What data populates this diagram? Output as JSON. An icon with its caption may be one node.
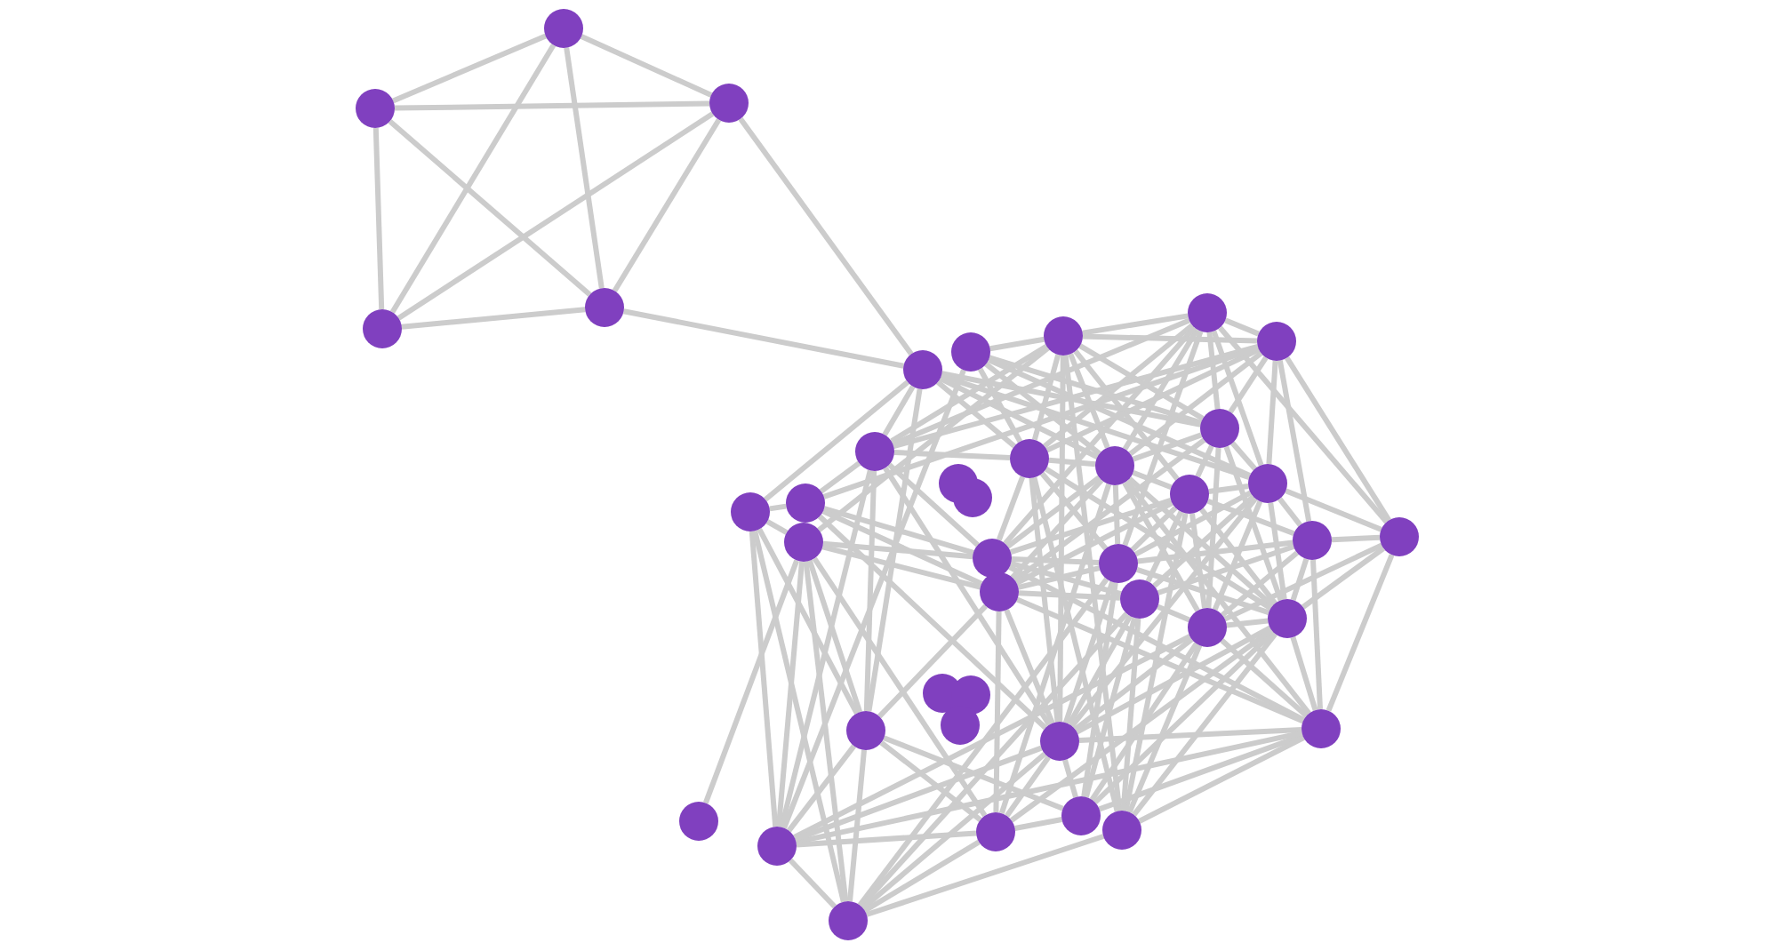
{
  "diagram": {
    "nodes": [
      {
        "text": [],
        "shape": "circle"
      },
      {
        "text": [],
        "shape": "circle"
      },
      {
        "text": [],
        "shape": "circle"
      },
      {
        "text": [],
        "shape": "circle"
      },
      {
        "text": [],
        "shape": "circle"
      },
      {
        "text": [],
        "shape": "circle"
      },
      {
        "text": [],
        "shape": "circle"
      },
      {
        "text": [],
        "shape": "circle"
      },
      {
        "text": [],
        "shape": "circle"
      },
      {
        "text": [],
        "shape": "circle"
      },
      {
        "text": [],
        "shape": "circle"
      },
      {
        "text": [],
        "shape": "circle"
      },
      {
        "text": [],
        "shape": "circle"
      },
      {
        "text": [],
        "shape": "circle"
      },
      {
        "text": [],
        "shape": "circle"
      },
      {
        "text": [],
        "shape": "circle"
      },
      {
        "text": [],
        "shape": "circle"
      },
      {
        "text": [],
        "shape": "circle"
      },
      {
        "text": [],
        "shape": "circle"
      },
      {
        "text": [],
        "shape": "circle"
      },
      {
        "text": [],
        "shape": "circle"
      },
      {
        "text": [],
        "shape": "circle"
      },
      {
        "text": [],
        "shape": "circle"
      },
      {
        "text": [],
        "shape": "circle"
      },
      {
        "text": [],
        "shape": "circle"
      },
      {
        "text": [],
        "shape": "circle"
      },
      {
        "text": [],
        "shape": "circle"
      },
      {
        "text": [],
        "shape": "circle"
      },
      {
        "text": [],
        "shape": "circle"
      },
      {
        "text": [],
        "shape": "circle"
      },
      {
        "text": [],
        "shape": "circle"
      },
      {
        "text": [],
        "shape": "circle"
      },
      {
        "text": [],
        "shape": "circle"
      },
      {
        "text": [],
        "shape": "circle"
      },
      {
        "text": [],
        "shape": "circle"
      },
      {
        "text": [],
        "shape": "circle"
      },
      {
        "text": [],
        "shape": "circle"
      },
      {
        "text": [],
        "shape": "circle"
      },
      {
        "text": [],
        "shape": "circle"
      },
      {
        "text": [],
        "shape": "circle"
      },
      {
        "text": [],
        "shape": "circle"
      }
    ],
    "edges": [
      {
        "from": 0,
        "to": 1,
        "arrow": "none"
      },
      {
        "from": 0,
        "to": 2,
        "arrow": "none"
      },
      {
        "from": 0,
        "to": 3,
        "arrow": "none"
      },
      {
        "from": 0,
        "to": 5,
        "arrow": "none"
      },
      {
        "from": 1,
        "to": 2,
        "arrow": "none"
      },
      {
        "from": 1,
        "to": 3,
        "arrow": "none"
      },
      {
        "from": 1,
        "to": 5,
        "arrow": "none"
      },
      {
        "from": 1,
        "to": 9,
        "arrow": "none"
      },
      {
        "from": 2,
        "to": 3,
        "arrow": "none"
      },
      {
        "from": 2,
        "to": 5,
        "arrow": "none"
      },
      {
        "from": 3,
        "to": 5,
        "arrow": "none"
      },
      {
        "from": 3,
        "to": 9,
        "arrow": "none"
      },
      {
        "from": 4,
        "to": 6,
        "arrow": "none"
      },
      {
        "from": 4,
        "to": 7,
        "arrow": "none"
      },
      {
        "from": 4,
        "to": 10,
        "arrow": "none"
      },
      {
        "from": 4,
        "to": 11,
        "arrow": "none"
      },
      {
        "from": 4,
        "to": 12,
        "arrow": "none"
      },
      {
        "from": 4,
        "to": 13,
        "arrow": "none"
      },
      {
        "from": 4,
        "to": 15,
        "arrow": "none"
      },
      {
        "from": 4,
        "to": 20,
        "arrow": "none"
      },
      {
        "from": 4,
        "to": 23,
        "arrow": "none"
      },
      {
        "from": 4,
        "to": 24,
        "arrow": "none"
      },
      {
        "from": 6,
        "to": 7,
        "arrow": "none"
      },
      {
        "from": 6,
        "to": 8,
        "arrow": "none"
      },
      {
        "from": 6,
        "to": 10,
        "arrow": "none"
      },
      {
        "from": 6,
        "to": 11,
        "arrow": "none"
      },
      {
        "from": 6,
        "to": 12,
        "arrow": "none"
      },
      {
        "from": 6,
        "to": 13,
        "arrow": "none"
      },
      {
        "from": 6,
        "to": 16,
        "arrow": "none"
      },
      {
        "from": 6,
        "to": 22,
        "arrow": "none"
      },
      {
        "from": 6,
        "to": 34,
        "arrow": "none"
      },
      {
        "from": 6,
        "to": 37,
        "arrow": "none"
      },
      {
        "from": 7,
        "to": 10,
        "arrow": "none"
      },
      {
        "from": 7,
        "to": 11,
        "arrow": "none"
      },
      {
        "from": 7,
        "to": 12,
        "arrow": "none"
      },
      {
        "from": 7,
        "to": 13,
        "arrow": "none"
      },
      {
        "from": 7,
        "to": 15,
        "arrow": "none"
      },
      {
        "from": 7,
        "to": 18,
        "arrow": "none"
      },
      {
        "from": 7,
        "to": 20,
        "arrow": "none"
      },
      {
        "from": 7,
        "to": 21,
        "arrow": "none"
      },
      {
        "from": 8,
        "to": 10,
        "arrow": "none"
      },
      {
        "from": 8,
        "to": 12,
        "arrow": "none"
      },
      {
        "from": 8,
        "to": 13,
        "arrow": "none"
      },
      {
        "from": 8,
        "to": 15,
        "arrow": "none"
      },
      {
        "from": 8,
        "to": 39,
        "arrow": "none"
      },
      {
        "from": 9,
        "to": 10,
        "arrow": "none"
      },
      {
        "from": 9,
        "to": 11,
        "arrow": "none"
      },
      {
        "from": 9,
        "to": 12,
        "arrow": "none"
      },
      {
        "from": 9,
        "to": 13,
        "arrow": "none"
      },
      {
        "from": 9,
        "to": 15,
        "arrow": "none"
      },
      {
        "from": 9,
        "to": 19,
        "arrow": "none"
      },
      {
        "from": 9,
        "to": 33,
        "arrow": "none"
      },
      {
        "from": 10,
        "to": 13,
        "arrow": "none"
      },
      {
        "from": 10,
        "to": 15,
        "arrow": "none"
      },
      {
        "from": 10,
        "to": 16,
        "arrow": "none"
      },
      {
        "from": 10,
        "to": 25,
        "arrow": "none"
      },
      {
        "from": 10,
        "to": 27,
        "arrow": "none"
      },
      {
        "from": 10,
        "to": 28,
        "arrow": "none"
      },
      {
        "from": 11,
        "to": 12,
        "arrow": "none"
      },
      {
        "from": 11,
        "to": 18,
        "arrow": "none"
      },
      {
        "from": 11,
        "to": 23,
        "arrow": "none"
      },
      {
        "from": 11,
        "to": 33,
        "arrow": "none"
      },
      {
        "from": 11,
        "to": 34,
        "arrow": "none"
      },
      {
        "from": 11,
        "to": 39,
        "arrow": "none"
      },
      {
        "from": 12,
        "to": 13,
        "arrow": "none"
      },
      {
        "from": 12,
        "to": 23,
        "arrow": "none"
      },
      {
        "from": 12,
        "to": 24,
        "arrow": "none"
      },
      {
        "from": 12,
        "to": 27,
        "arrow": "none"
      },
      {
        "from": 12,
        "to": 34,
        "arrow": "none"
      },
      {
        "from": 12,
        "to": 37,
        "arrow": "none"
      },
      {
        "from": 13,
        "to": 16,
        "arrow": "none"
      },
      {
        "from": 13,
        "to": 23,
        "arrow": "none"
      },
      {
        "from": 13,
        "to": 24,
        "arrow": "none"
      },
      {
        "from": 13,
        "to": 25,
        "arrow": "none"
      },
      {
        "from": 13,
        "to": 27,
        "arrow": "none"
      },
      {
        "from": 13,
        "to": 28,
        "arrow": "none"
      },
      {
        "from": 13,
        "to": 32,
        "arrow": "none"
      },
      {
        "from": 13,
        "to": 38,
        "arrow": "none"
      },
      {
        "from": 15,
        "to": 16,
        "arrow": "none"
      },
      {
        "from": 15,
        "to": 20,
        "arrow": "none"
      },
      {
        "from": 15,
        "to": 21,
        "arrow": "none"
      },
      {
        "from": 15,
        "to": 24,
        "arrow": "none"
      },
      {
        "from": 15,
        "to": 26,
        "arrow": "none"
      },
      {
        "from": 15,
        "to": 27,
        "arrow": "none"
      },
      {
        "from": 15,
        "to": 28,
        "arrow": "none"
      },
      {
        "from": 15,
        "to": 34,
        "arrow": "none"
      },
      {
        "from": 16,
        "to": 21,
        "arrow": "none"
      },
      {
        "from": 16,
        "to": 23,
        "arrow": "none"
      },
      {
        "from": 16,
        "to": 24,
        "arrow": "none"
      },
      {
        "from": 16,
        "to": 25,
        "arrow": "none"
      },
      {
        "from": 16,
        "to": 26,
        "arrow": "none"
      },
      {
        "from": 16,
        "to": 27,
        "arrow": "none"
      },
      {
        "from": 16,
        "to": 28,
        "arrow": "none"
      },
      {
        "from": 16,
        "to": 37,
        "arrow": "none"
      },
      {
        "from": 18,
        "to": 19,
        "arrow": "none"
      },
      {
        "from": 18,
        "to": 23,
        "arrow": "none"
      },
      {
        "from": 18,
        "to": 25,
        "arrow": "none"
      },
      {
        "from": 18,
        "to": 34,
        "arrow": "none"
      },
      {
        "from": 19,
        "to": 22,
        "arrow": "none"
      },
      {
        "from": 19,
        "to": 33,
        "arrow": "none"
      },
      {
        "from": 19,
        "to": 39,
        "arrow": "none"
      },
      {
        "from": 19,
        "to": 40,
        "arrow": "none"
      },
      {
        "from": 20,
        "to": 21,
        "arrow": "none"
      },
      {
        "from": 20,
        "to": 27,
        "arrow": "none"
      },
      {
        "from": 20,
        "to": 28,
        "arrow": "none"
      },
      {
        "from": 20,
        "to": 32,
        "arrow": "none"
      },
      {
        "from": 21,
        "to": 24,
        "arrow": "none"
      },
      {
        "from": 21,
        "to": 26,
        "arrow": "none"
      },
      {
        "from": 21,
        "to": 27,
        "arrow": "none"
      },
      {
        "from": 21,
        "to": 28,
        "arrow": "none"
      },
      {
        "from": 21,
        "to": 32,
        "arrow": "none"
      },
      {
        "from": 22,
        "to": 23,
        "arrow": "none"
      },
      {
        "from": 22,
        "to": 25,
        "arrow": "none"
      },
      {
        "from": 22,
        "to": 33,
        "arrow": "none"
      },
      {
        "from": 22,
        "to": 36,
        "arrow": "none"
      },
      {
        "from": 22,
        "to": 38,
        "arrow": "none"
      },
      {
        "from": 22,
        "to": 39,
        "arrow": "none"
      },
      {
        "from": 22,
        "to": 40,
        "arrow": "none"
      },
      {
        "from": 23,
        "to": 24,
        "arrow": "none"
      },
      {
        "from": 23,
        "to": 26,
        "arrow": "none"
      },
      {
        "from": 23,
        "to": 32,
        "arrow": "none"
      },
      {
        "from": 24,
        "to": 25,
        "arrow": "none"
      },
      {
        "from": 24,
        "to": 27,
        "arrow": "none"
      },
      {
        "from": 24,
        "to": 34,
        "arrow": "none"
      },
      {
        "from": 24,
        "to": 35,
        "arrow": "none"
      },
      {
        "from": 24,
        "to": 40,
        "arrow": "none"
      },
      {
        "from": 25,
        "to": 26,
        "arrow": "none"
      },
      {
        "from": 25,
        "to": 32,
        "arrow": "none"
      },
      {
        "from": 25,
        "to": 33,
        "arrow": "none"
      },
      {
        "from": 25,
        "to": 34,
        "arrow": "none"
      },
      {
        "from": 25,
        "to": 38,
        "arrow": "none"
      },
      {
        "from": 26,
        "to": 28,
        "arrow": "none"
      },
      {
        "from": 26,
        "to": 34,
        "arrow": "none"
      },
      {
        "from": 26,
        "to": 35,
        "arrow": "none"
      },
      {
        "from": 26,
        "to": 37,
        "arrow": "none"
      },
      {
        "from": 26,
        "to": 40,
        "arrow": "none"
      },
      {
        "from": 27,
        "to": 28,
        "arrow": "none"
      },
      {
        "from": 27,
        "to": 32,
        "arrow": "none"
      },
      {
        "from": 27,
        "to": 34,
        "arrow": "none"
      },
      {
        "from": 27,
        "to": 35,
        "arrow": "none"
      },
      {
        "from": 27,
        "to": 37,
        "arrow": "none"
      },
      {
        "from": 27,
        "to": 38,
        "arrow": "none"
      },
      {
        "from": 28,
        "to": 32,
        "arrow": "none"
      },
      {
        "from": 28,
        "to": 34,
        "arrow": "none"
      },
      {
        "from": 28,
        "to": 35,
        "arrow": "none"
      },
      {
        "from": 28,
        "to": 37,
        "arrow": "none"
      },
      {
        "from": 28,
        "to": 39,
        "arrow": "none"
      },
      {
        "from": 32,
        "to": 34,
        "arrow": "none"
      },
      {
        "from": 32,
        "to": 35,
        "arrow": "none"
      },
      {
        "from": 32,
        "to": 37,
        "arrow": "none"
      },
      {
        "from": 32,
        "to": 39,
        "arrow": "none"
      },
      {
        "from": 33,
        "to": 35,
        "arrow": "none"
      },
      {
        "from": 33,
        "to": 38,
        "arrow": "none"
      },
      {
        "from": 33,
        "to": 39,
        "arrow": "none"
      },
      {
        "from": 33,
        "to": 40,
        "arrow": "none"
      },
      {
        "from": 34,
        "to": 35,
        "arrow": "none"
      },
      {
        "from": 34,
        "to": 38,
        "arrow": "none"
      },
      {
        "from": 34,
        "to": 39,
        "arrow": "none"
      },
      {
        "from": 34,
        "to": 40,
        "arrow": "none"
      },
      {
        "from": 35,
        "to": 38,
        "arrow": "none"
      },
      {
        "from": 37,
        "to": 40,
        "arrow": "none"
      },
      {
        "from": 38,
        "to": 39,
        "arrow": "none"
      },
      {
        "from": 38,
        "to": 40,
        "arrow": "none"
      },
      {
        "from": 39,
        "to": 40,
        "arrow": "none"
      }
    ]
  }
}
